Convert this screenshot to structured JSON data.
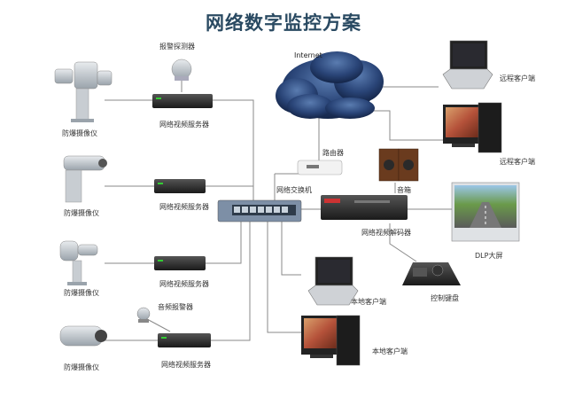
{
  "title": "网络数字监控方案",
  "labels": {
    "internet": "Internet",
    "alarm_probe": "报警探测器",
    "server1": "网络视频服务器",
    "server2": "网络视频服务器",
    "server3": "网络视频服务器",
    "server4": "网络视频服务器",
    "camera1": "防爆摄像仪",
    "camera2": "防爆摄像仪",
    "camera3": "防爆摄像仪",
    "camera4": "防爆摄像仪",
    "audio_alarm": "音频报警器",
    "router": "路由器",
    "switch": "网络交换机",
    "speaker": "音箱",
    "decoder": "网络视频解码器",
    "dlp": "DLP大屏",
    "keyboard": "控制键盘",
    "remote_laptop": "远程客户端",
    "remote_desktop": "远程客户端",
    "local_laptop": "本地客户端",
    "local_desktop": "本地客户端"
  },
  "colors": {
    "title": "#2a4a62",
    "cloud": "#1d3460",
    "line": "#8a8a8a",
    "switch_body": "#7d8fa6"
  }
}
